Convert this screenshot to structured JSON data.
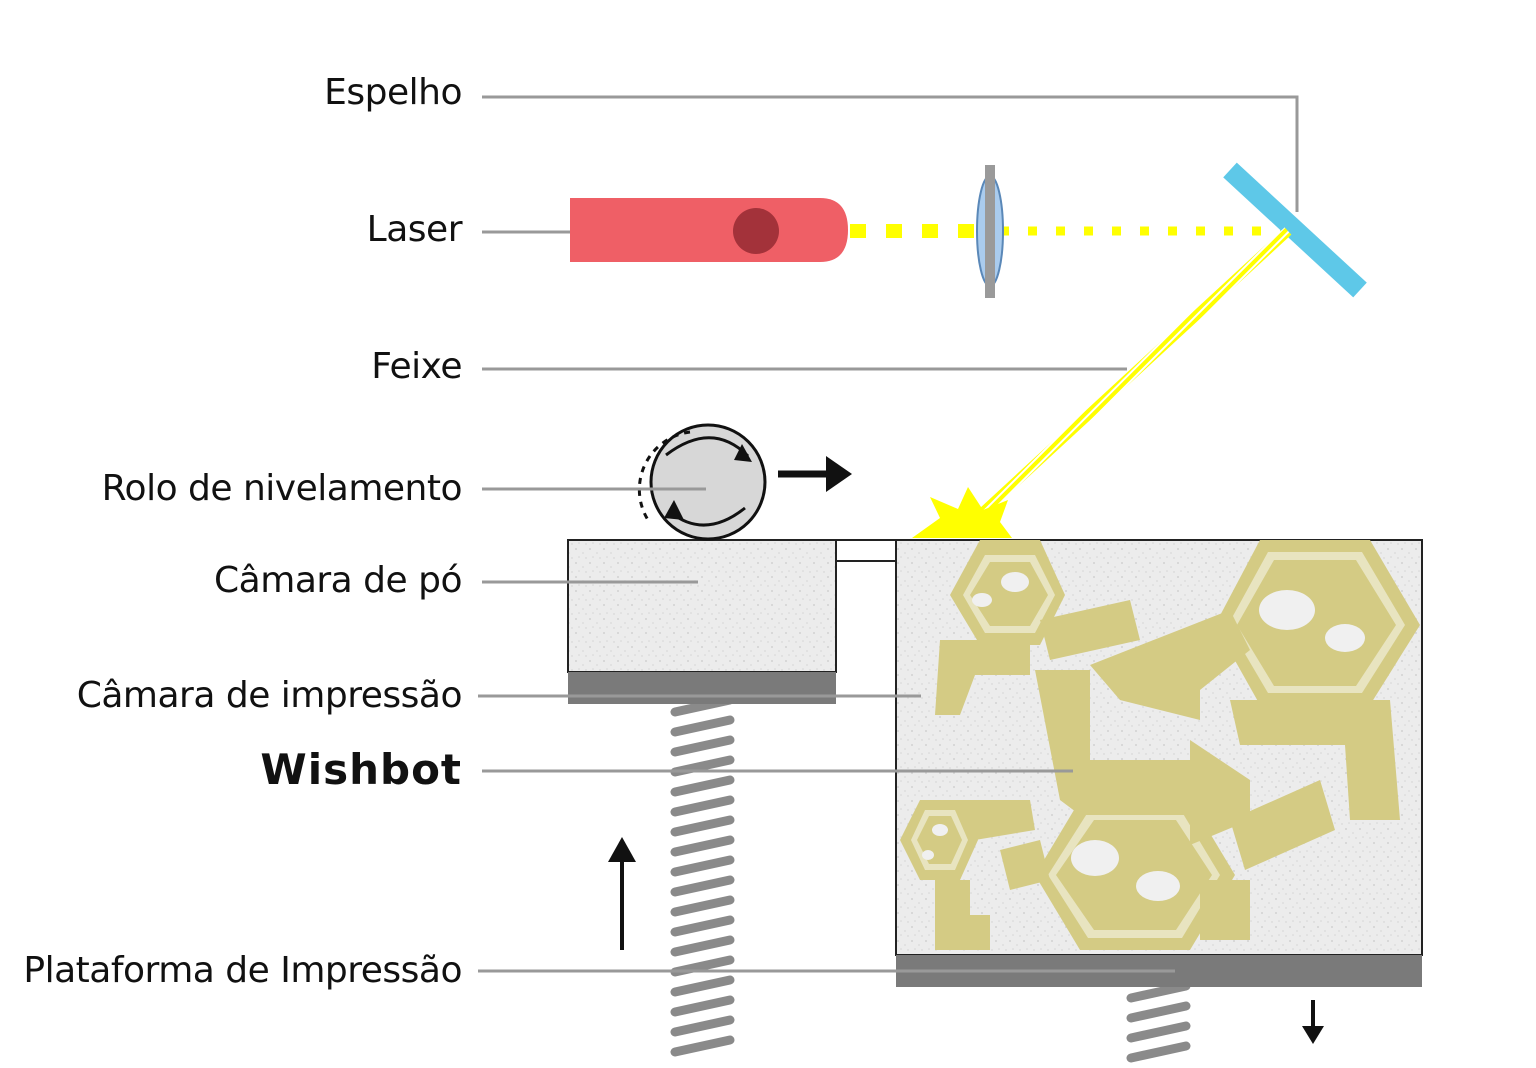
{
  "labels": {
    "mirror": "Espelho",
    "laser": "Laser",
    "beam": "Feixe",
    "roller": "Rolo de nivelamento",
    "powder_chamber": "Câmara de pó",
    "print_chamber": "Câmara de impressão",
    "part": "Wishbot",
    "platform": "Plataforma de Impressão"
  },
  "colors": {
    "laser_body": "#ef5f66",
    "laser_dot": "#a3323a",
    "beam": "#ffff00",
    "mirror": "#5ec8e8",
    "lens": "#aaccee",
    "part": "#d4cb84",
    "powder": "#ececec",
    "platform": "#7a7a7a",
    "leader": "#999999"
  }
}
